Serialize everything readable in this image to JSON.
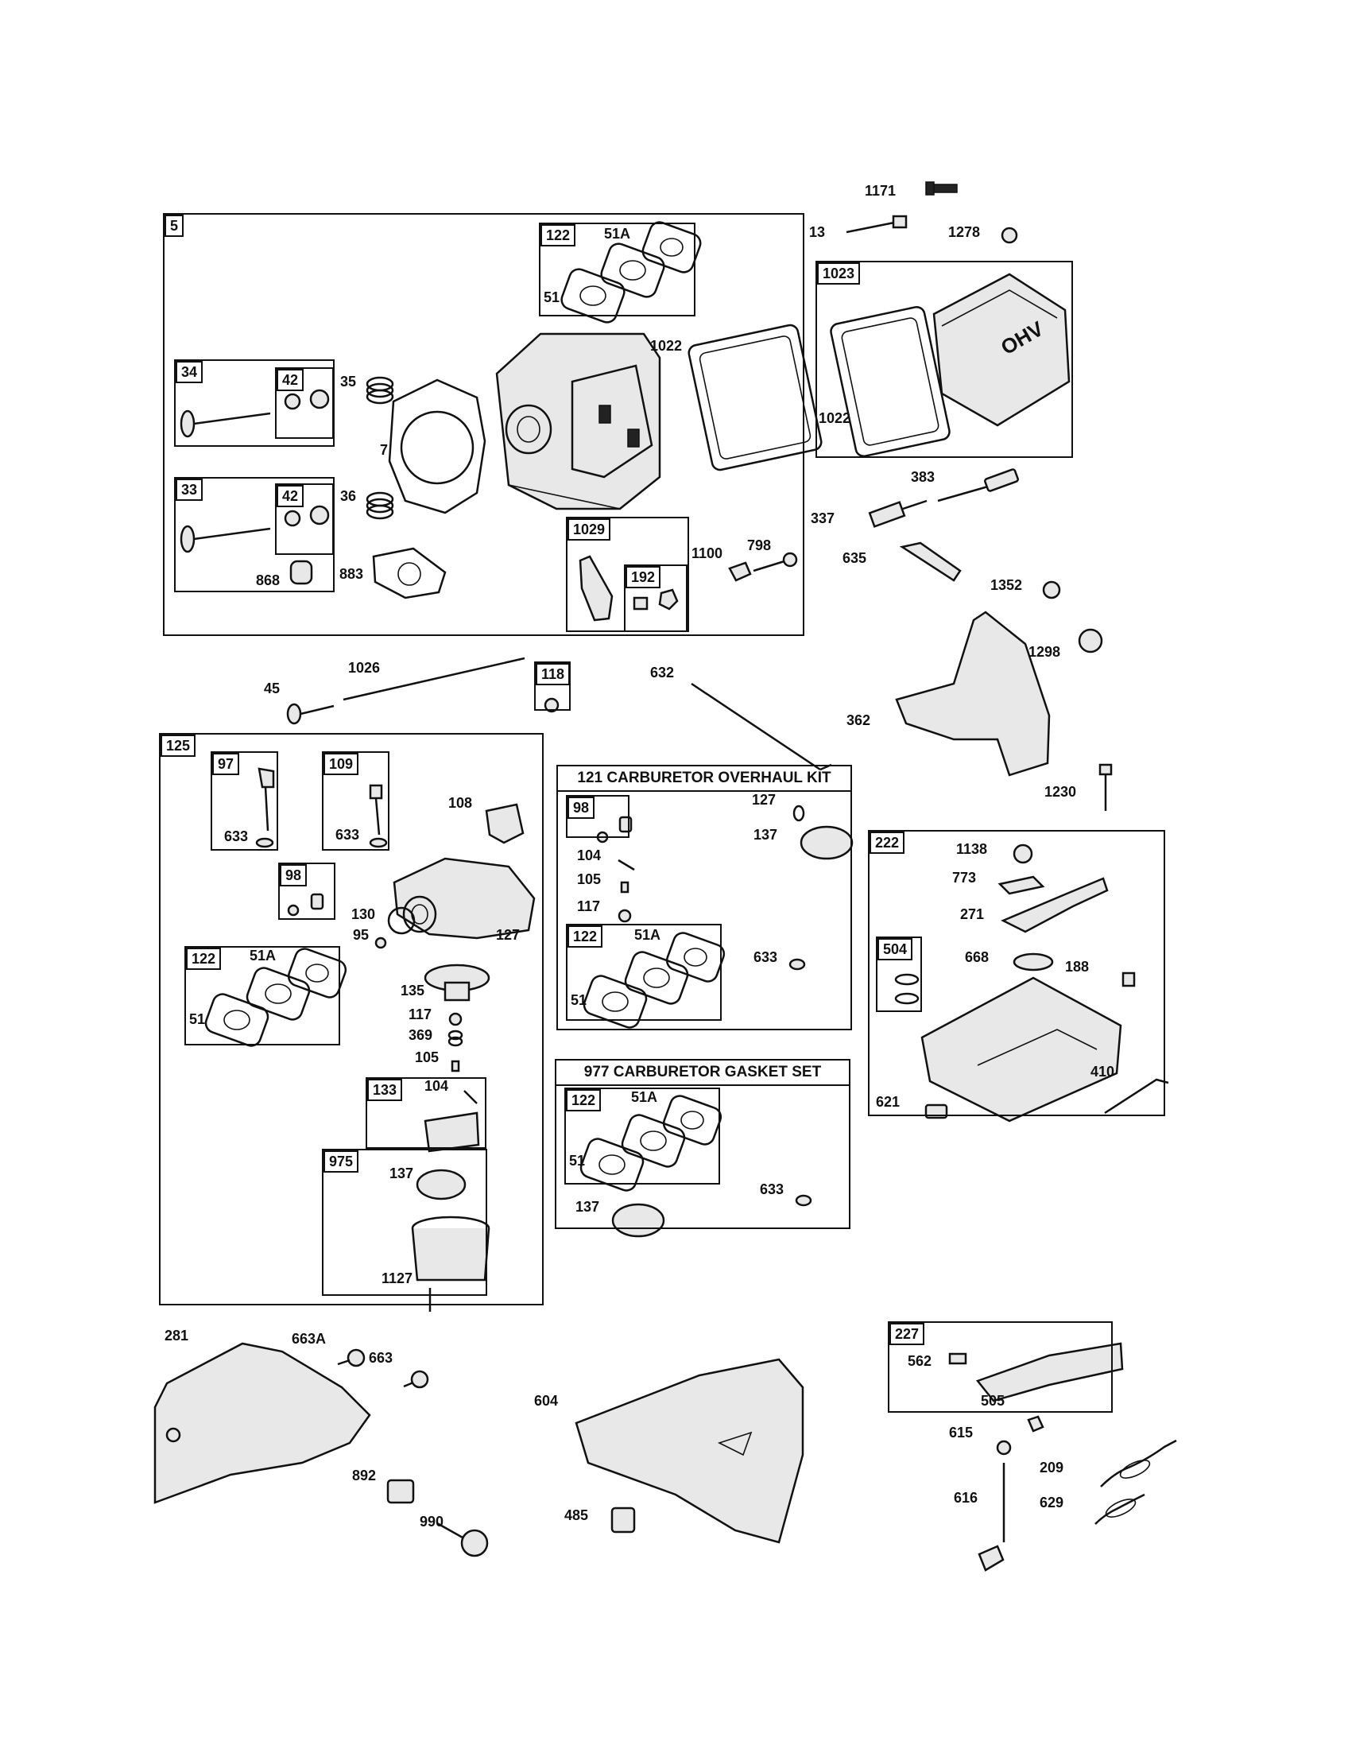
{
  "boxes": {
    "head": "5",
    "gasket_set_top": "122",
    "valve_exhaust": "34",
    "retainer_a": "42",
    "valve_intake": "33",
    "retainer_b": "42",
    "rocker": "1029",
    "rocker_nut": "192",
    "cover": "1023",
    "breather": "118",
    "carb": "125",
    "choke_shaft": "97",
    "throttle_shaft": "109",
    "carb_screw": "98",
    "carb_gasket_set": "122",
    "float_pin": "133",
    "bowl": "975",
    "kit_screw": "98",
    "kit_gasket": "122",
    "gasket_kit_gasket": "122",
    "governor": "222",
    "washer_set": "504",
    "control": "227"
  },
  "kits": {
    "overhaul": "121 CARBURETOR OVERHAUL KIT",
    "gasket": "977 CARBURETOR GASKET SET"
  },
  "labels": {
    "l1171": "1171",
    "l13": "13",
    "l1278": "1278",
    "l51A_top": "51A",
    "l51_top": "51",
    "l1022a": "1022",
    "l35": "35",
    "l7": "7",
    "l36": "36",
    "l868": "868",
    "l883": "883",
    "l1100": "1100",
    "l798": "798",
    "l1022b": "1022",
    "l383": "383",
    "l337": "337",
    "l635": "635",
    "l1352": "1352",
    "l1298": "1298",
    "l362": "362",
    "l1230": "1230",
    "l45": "45",
    "l1026": "1026",
    "l632": "632",
    "l633a": "633",
    "l633b": "633",
    "l108": "108",
    "l130": "130",
    "l95": "95",
    "l127a": "127",
    "l51A_carb": "51A",
    "l51_carb": "51",
    "l135": "135",
    "l117a": "117",
    "l369": "369",
    "l105a": "105",
    "l104a": "104",
    "l137a": "137",
    "l1127": "1127",
    "l127b": "127",
    "l137b": "137",
    "l104b": "104",
    "l105b": "105",
    "l117b": "117",
    "l51A_kit": "51A",
    "l51_kit": "51",
    "l633c": "633",
    "l51A_gk": "51A",
    "l51_gk": "51",
    "l633d": "633",
    "l137c": "137",
    "l1138": "1138",
    "l773": "773",
    "l271": "271",
    "l668": "668",
    "l188": "188",
    "l410": "410",
    "l621": "621",
    "l281": "281",
    "l663A": "663A",
    "l663": "663",
    "l892": "892",
    "l990": "990",
    "l604": "604",
    "l485": "485",
    "l562": "562",
    "l505": "505",
    "l615": "615",
    "l209": "209",
    "l616": "616",
    "l629": "629"
  },
  "icons": {
    "cover_badge": "OHV"
  }
}
